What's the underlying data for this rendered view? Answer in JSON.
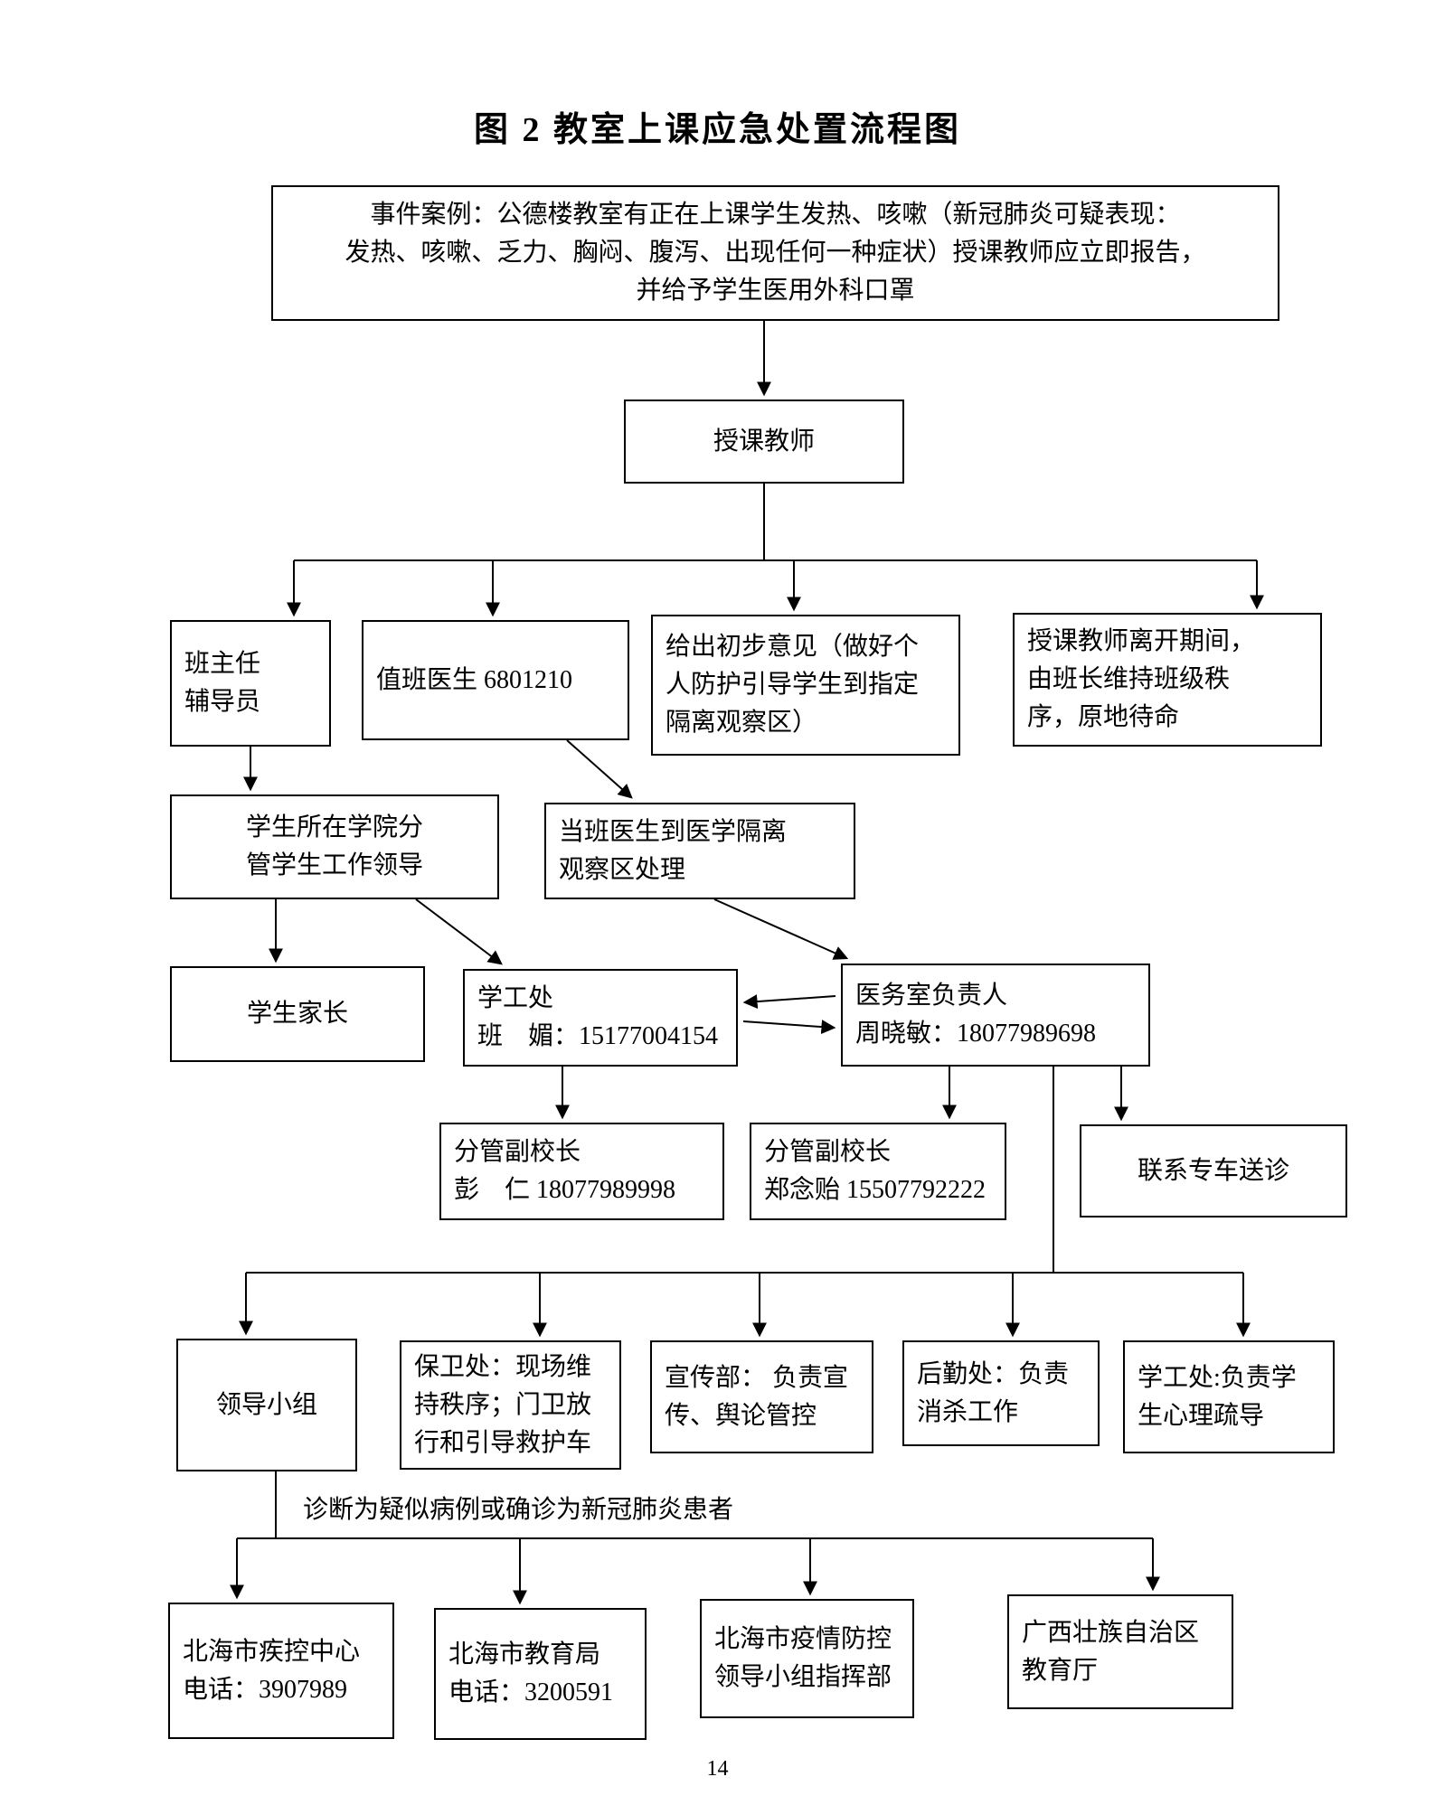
{
  "page": {
    "title": "图 2 教室上课应急处置流程图",
    "page_number": "14"
  },
  "nodes": {
    "event": "事件案例：公德楼教室有正在上课学生发热、咳嗽（新冠肺炎可疑表现：\n发热、咳嗽、乏力、胸闷、腹泻、出现任何一种症状）授课教师应立即报告，\n并给予学生医用外科口罩",
    "teacher": "授课教师",
    "head_teacher": "班主任\n辅导员",
    "duty_doctor": "值班医生 6801210",
    "initial_opinion": "给出初步意见（做好个\n人防护引导学生到指定\n隔离观察区）",
    "teacher_leave": "授课教师离开期间，\n由班长维持班级秩\n序，原地待命",
    "college_leader": "学生所在学院分\n管学生工作领导",
    "isolation_doctor": "当班医生到医学隔离\n观察区处理",
    "parents": "学生家长",
    "student_affairs_office": "学工处\n班　媚：15177004154",
    "medical_office_head": "医务室负责人\n周晓敏：18077989698",
    "vice_principal_peng": "分管副校长\n彭　仁 18077989998",
    "vice_principal_zheng": "分管副校长\n郑念贻 15507792222",
    "special_car": "联系专车送诊",
    "leading_group": "领导小组",
    "security_dept": "保卫处：现场维\n持秩序；门卫放\n行和引导救护车",
    "publicity_dept": "宣传部： 负责宣\n传、舆论管控",
    "logistics_dept": "后勤处：负责\n消杀工作",
    "psych_support": "学工处:负责学\n生心理疏导",
    "cdc": "北海市疾控中心\n电话：3907989",
    "education_bureau": "北海市教育局\n电话：3200591",
    "epidemic_hq": "北海市疫情防控\n领导小组指挥部",
    "gx_education_dept": "广西壮族自治区\n教育厅"
  },
  "labels": {
    "diagnosis": "诊断为疑似病例或确诊为新冠肺炎患者"
  }
}
